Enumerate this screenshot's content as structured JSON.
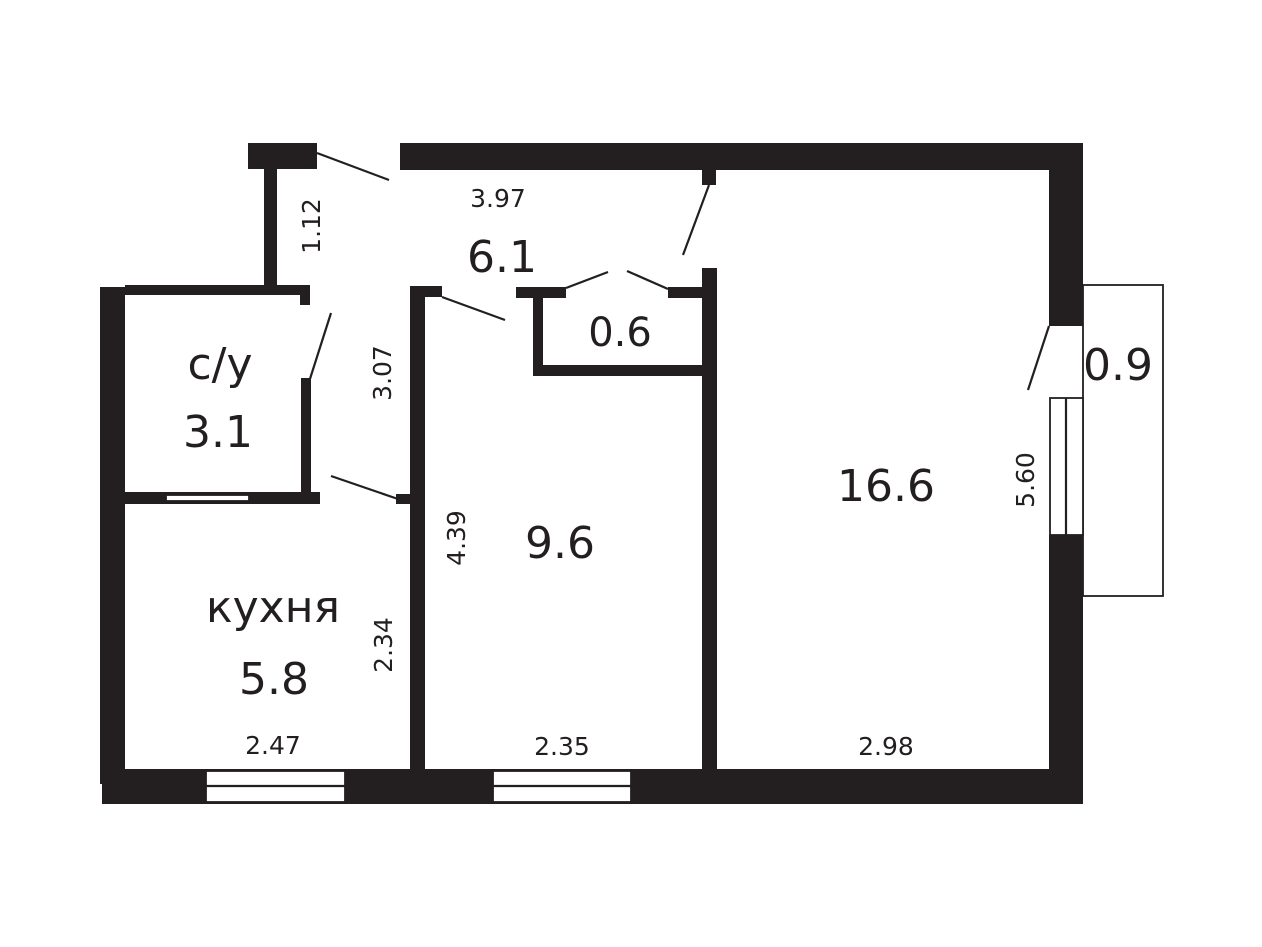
{
  "rooms": {
    "hall": {
      "area": "6.1",
      "width": "3.97",
      "depth": "1.12"
    },
    "pantry": {
      "area": "0.6"
    },
    "bathroom": {
      "name": "с/у",
      "area": "3.1",
      "depth": "3.07"
    },
    "kitchen": {
      "name": "кухня",
      "area": "5.8",
      "width": "2.47",
      "depth": "2.34"
    },
    "bedroom": {
      "area": "9.6",
      "width": "2.35",
      "depth": "4.39"
    },
    "living": {
      "area": "16.6",
      "width": "2.98",
      "depth": "5.60"
    },
    "balcony": {
      "area": "0.9"
    }
  },
  "colors": {
    "wall": "#231f20",
    "background": "#ffffff"
  }
}
